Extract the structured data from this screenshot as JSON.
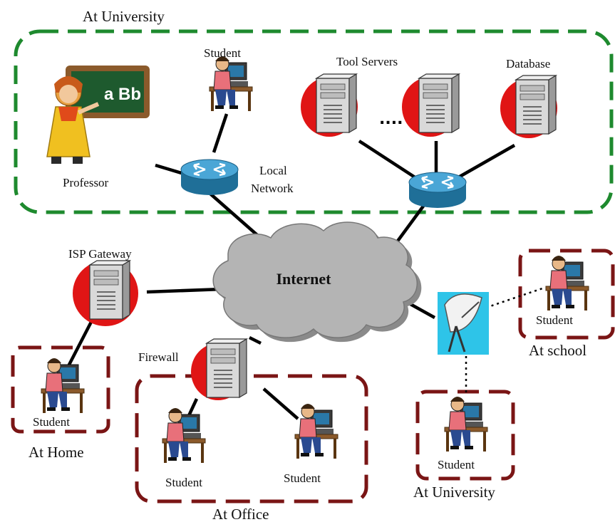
{
  "labels": {
    "at_university_top": "At University",
    "student_top": "Student",
    "tool_servers": "Tool Servers",
    "database": "Database",
    "professor": "Professor",
    "local": "Local",
    "network": "Network",
    "chalkboard": "a Bb",
    "isp_gateway": "ISP Gateway",
    "internet": "Internet",
    "ellipsis": "....",
    "firewall": "Firewall",
    "student_home": "Student",
    "at_home": "At Home",
    "student_office_left": "Student",
    "student_office_right": "Student",
    "at_office": "At Office",
    "student_school": "Student",
    "at_school": "At school",
    "student_univ_bottom": "Student",
    "at_university_bottom": "At University"
  },
  "colors": {
    "university_border": "#1e8a2e",
    "remote_border": "#7a1515",
    "server_halo": "#e01515",
    "router": "#2e88b8",
    "cloud": "#b4b4b4",
    "satellite_bg": "#2ec4e8"
  },
  "icons": [
    "professor-icon",
    "student-computer-icon",
    "server-icon",
    "router-icon",
    "cloud-icon",
    "satellite-dish-icon"
  ]
}
